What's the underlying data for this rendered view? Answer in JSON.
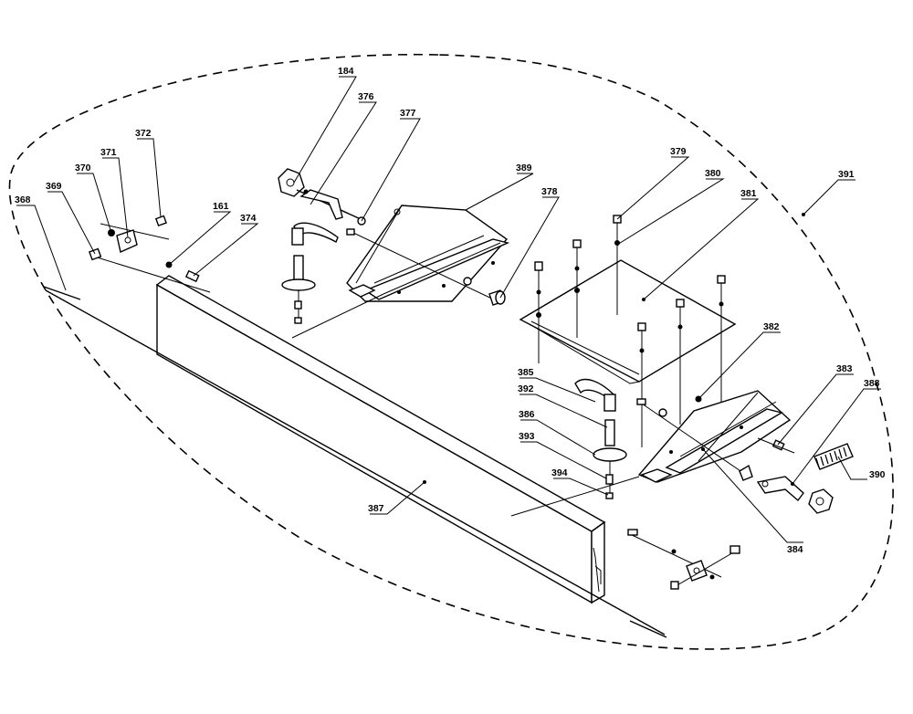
{
  "callouts": [
    {
      "id": "c184",
      "label": "184"
    },
    {
      "id": "c376",
      "label": "376"
    },
    {
      "id": "c377",
      "label": "377"
    },
    {
      "id": "c372",
      "label": "372"
    },
    {
      "id": "c371",
      "label": "371"
    },
    {
      "id": "c370",
      "label": "370"
    },
    {
      "id": "c369",
      "label": "369"
    },
    {
      "id": "c368",
      "label": "368"
    },
    {
      "id": "c161",
      "label": "161"
    },
    {
      "id": "c374",
      "label": "374"
    },
    {
      "id": "c389",
      "label": "389"
    },
    {
      "id": "c378",
      "label": "378"
    },
    {
      "id": "c379",
      "label": "379"
    },
    {
      "id": "c380",
      "label": "380"
    },
    {
      "id": "c381",
      "label": "381"
    },
    {
      "id": "c391",
      "label": "391"
    },
    {
      "id": "c382",
      "label": "382"
    },
    {
      "id": "c383",
      "label": "383"
    },
    {
      "id": "c388",
      "label": "388"
    },
    {
      "id": "c390",
      "label": "390"
    },
    {
      "id": "c385",
      "label": "385"
    },
    {
      "id": "c392",
      "label": "392"
    },
    {
      "id": "c386",
      "label": "386"
    },
    {
      "id": "c393",
      "label": "393"
    },
    {
      "id": "c394",
      "label": "394"
    },
    {
      "id": "c387",
      "label": "387"
    },
    {
      "id": "c384",
      "label": "384"
    }
  ]
}
